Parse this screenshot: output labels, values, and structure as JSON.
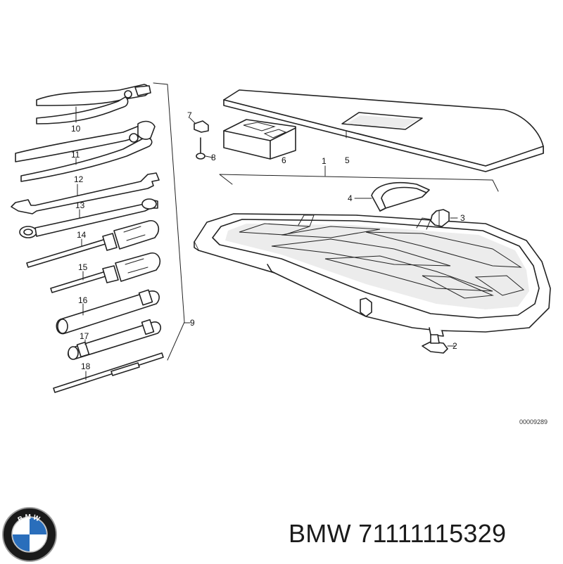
{
  "diagram": {
    "callouts": {
      "c1": "1",
      "c2": "2",
      "c3": "3",
      "c4": "4",
      "c5": "5",
      "c6": "6",
      "c7": "7",
      "c8": "8",
      "c9": "9",
      "c10": "10",
      "c11": "11",
      "c12": "12",
      "c13": "13",
      "c14": "14",
      "c15": "15",
      "c16": "16",
      "c17": "17",
      "c18": "18"
    },
    "drawing_number": "00009289"
  },
  "brand": {
    "logo_text": "BMW",
    "label": "BMW 71111115329",
    "logo_colors": {
      "ring": "#1a1a1a",
      "blue": "#2a6ebb",
      "white": "#ffffff"
    }
  }
}
